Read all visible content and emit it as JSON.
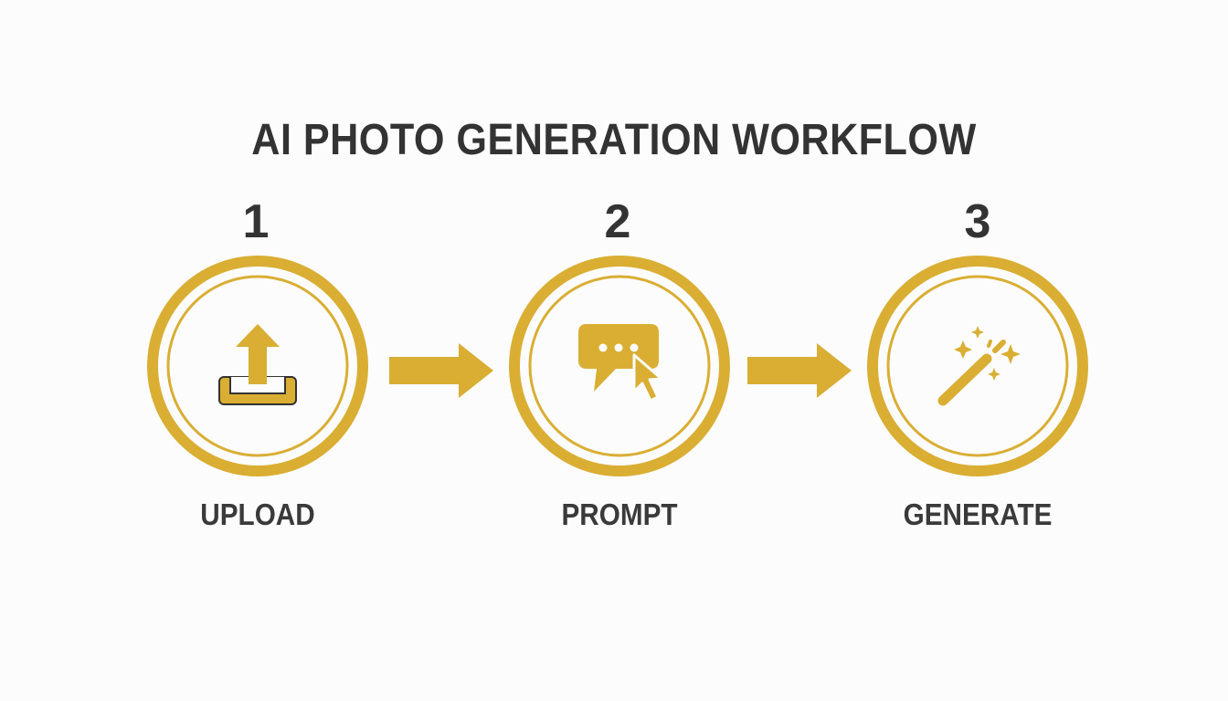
{
  "title": "AI PHOTO GENERATION WORKFLOW",
  "accent_color": "#d9ae33",
  "text_color": "#333333",
  "steps": [
    {
      "number": "1",
      "label": "UPLOAD",
      "icon": "upload-icon"
    },
    {
      "number": "2",
      "label": "PROMPT",
      "icon": "chat-bubble-cursor-icon"
    },
    {
      "number": "3",
      "label": "GENERATE",
      "icon": "magic-wand-icon"
    }
  ]
}
